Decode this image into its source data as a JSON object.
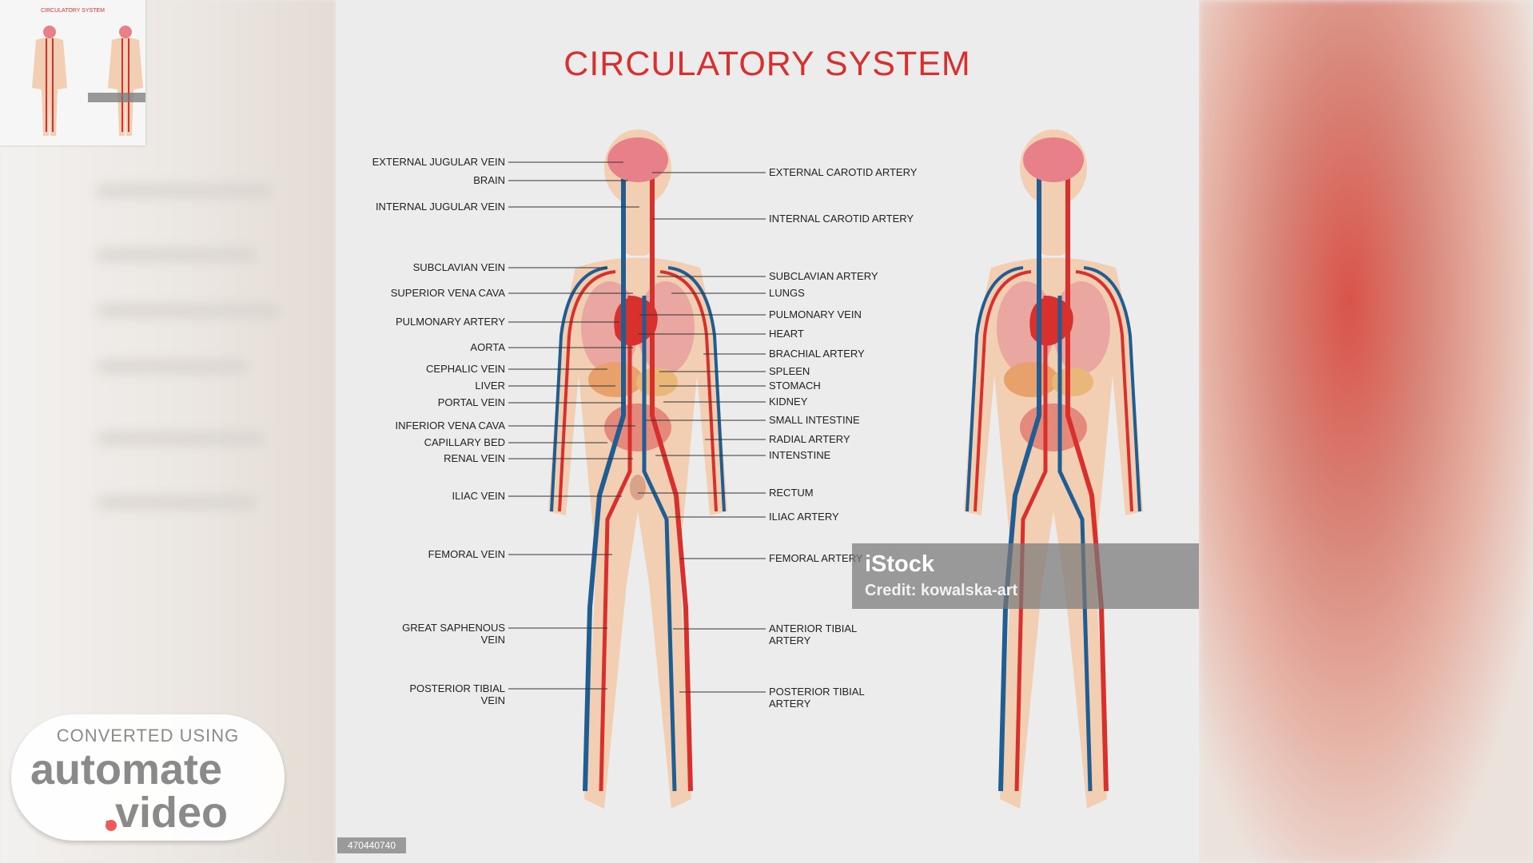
{
  "diagram": {
    "title": "CIRCULATORY SYSTEM",
    "left_labels": [
      {
        "text": "EXTERNAL JUGULAR VEIN"
      },
      {
        "text": "BRAIN"
      },
      {
        "text": "INTERNAL JUGULAR VEIN"
      },
      {
        "text": "SUBCLAVIAN VEIN"
      },
      {
        "text": "SUPERIOR VENA CAVA"
      },
      {
        "text": "PULMONARY ARTERY"
      },
      {
        "text": "AORTA"
      },
      {
        "text": "CEPHALIC VEIN"
      },
      {
        "text": "LIVER"
      },
      {
        "text": "PORTAL VEIN"
      },
      {
        "text": "INFERIOR VENA CAVA"
      },
      {
        "text": "CAPILLARY BED"
      },
      {
        "text": "RENAL VEIN"
      },
      {
        "text": "ILIAC VEIN"
      },
      {
        "text": "FEMORAL VEIN"
      },
      {
        "text": "GREAT SAPHENOUS",
        "text2": "VEIN"
      },
      {
        "text": "POSTERIOR TIBIAL",
        "text2": "VEIN"
      }
    ],
    "right_labels": [
      {
        "text": "EXTERNAL CAROTID ARTERY"
      },
      {
        "text": "INTERNAL CAROTID ARTERY"
      },
      {
        "text": "SUBCLAVIAN ARTERY"
      },
      {
        "text": "LUNGS"
      },
      {
        "text": "PULMONARY VEIN"
      },
      {
        "text": "HEART"
      },
      {
        "text": "BRACHIAL ARTERY"
      },
      {
        "text": "SPLEEN"
      },
      {
        "text": "STOMACH"
      },
      {
        "text": "KIDNEY"
      },
      {
        "text": "SMALL INTESTINE"
      },
      {
        "text": "RADIAL ARTERY"
      },
      {
        "text": "INTENSTINE"
      },
      {
        "text": "RECTUM"
      },
      {
        "text": "ILIAC ARTERY"
      },
      {
        "text": "FEMORAL ARTERY"
      },
      {
        "text": "ANTERIOR  TIBIAL",
        "text2": "ARTERY"
      },
      {
        "text": "POSTERIOR TIBIAL",
        "text2": "ARTERY"
      }
    ],
    "stock_id": "470440740",
    "istock_logo": "iStock",
    "istock_credit": "Credit: kowalska-art"
  },
  "thumbnail": {
    "title": "CIRCULATORY SYSTEM"
  },
  "watermark": {
    "line1": "CONVERTED USING",
    "line2": "automate",
    "line3": ".video"
  },
  "colors": {
    "artery": "#d8302c",
    "vein": "#1f5d93",
    "title": "#d6302f",
    "skin": "#f2cfb3"
  }
}
